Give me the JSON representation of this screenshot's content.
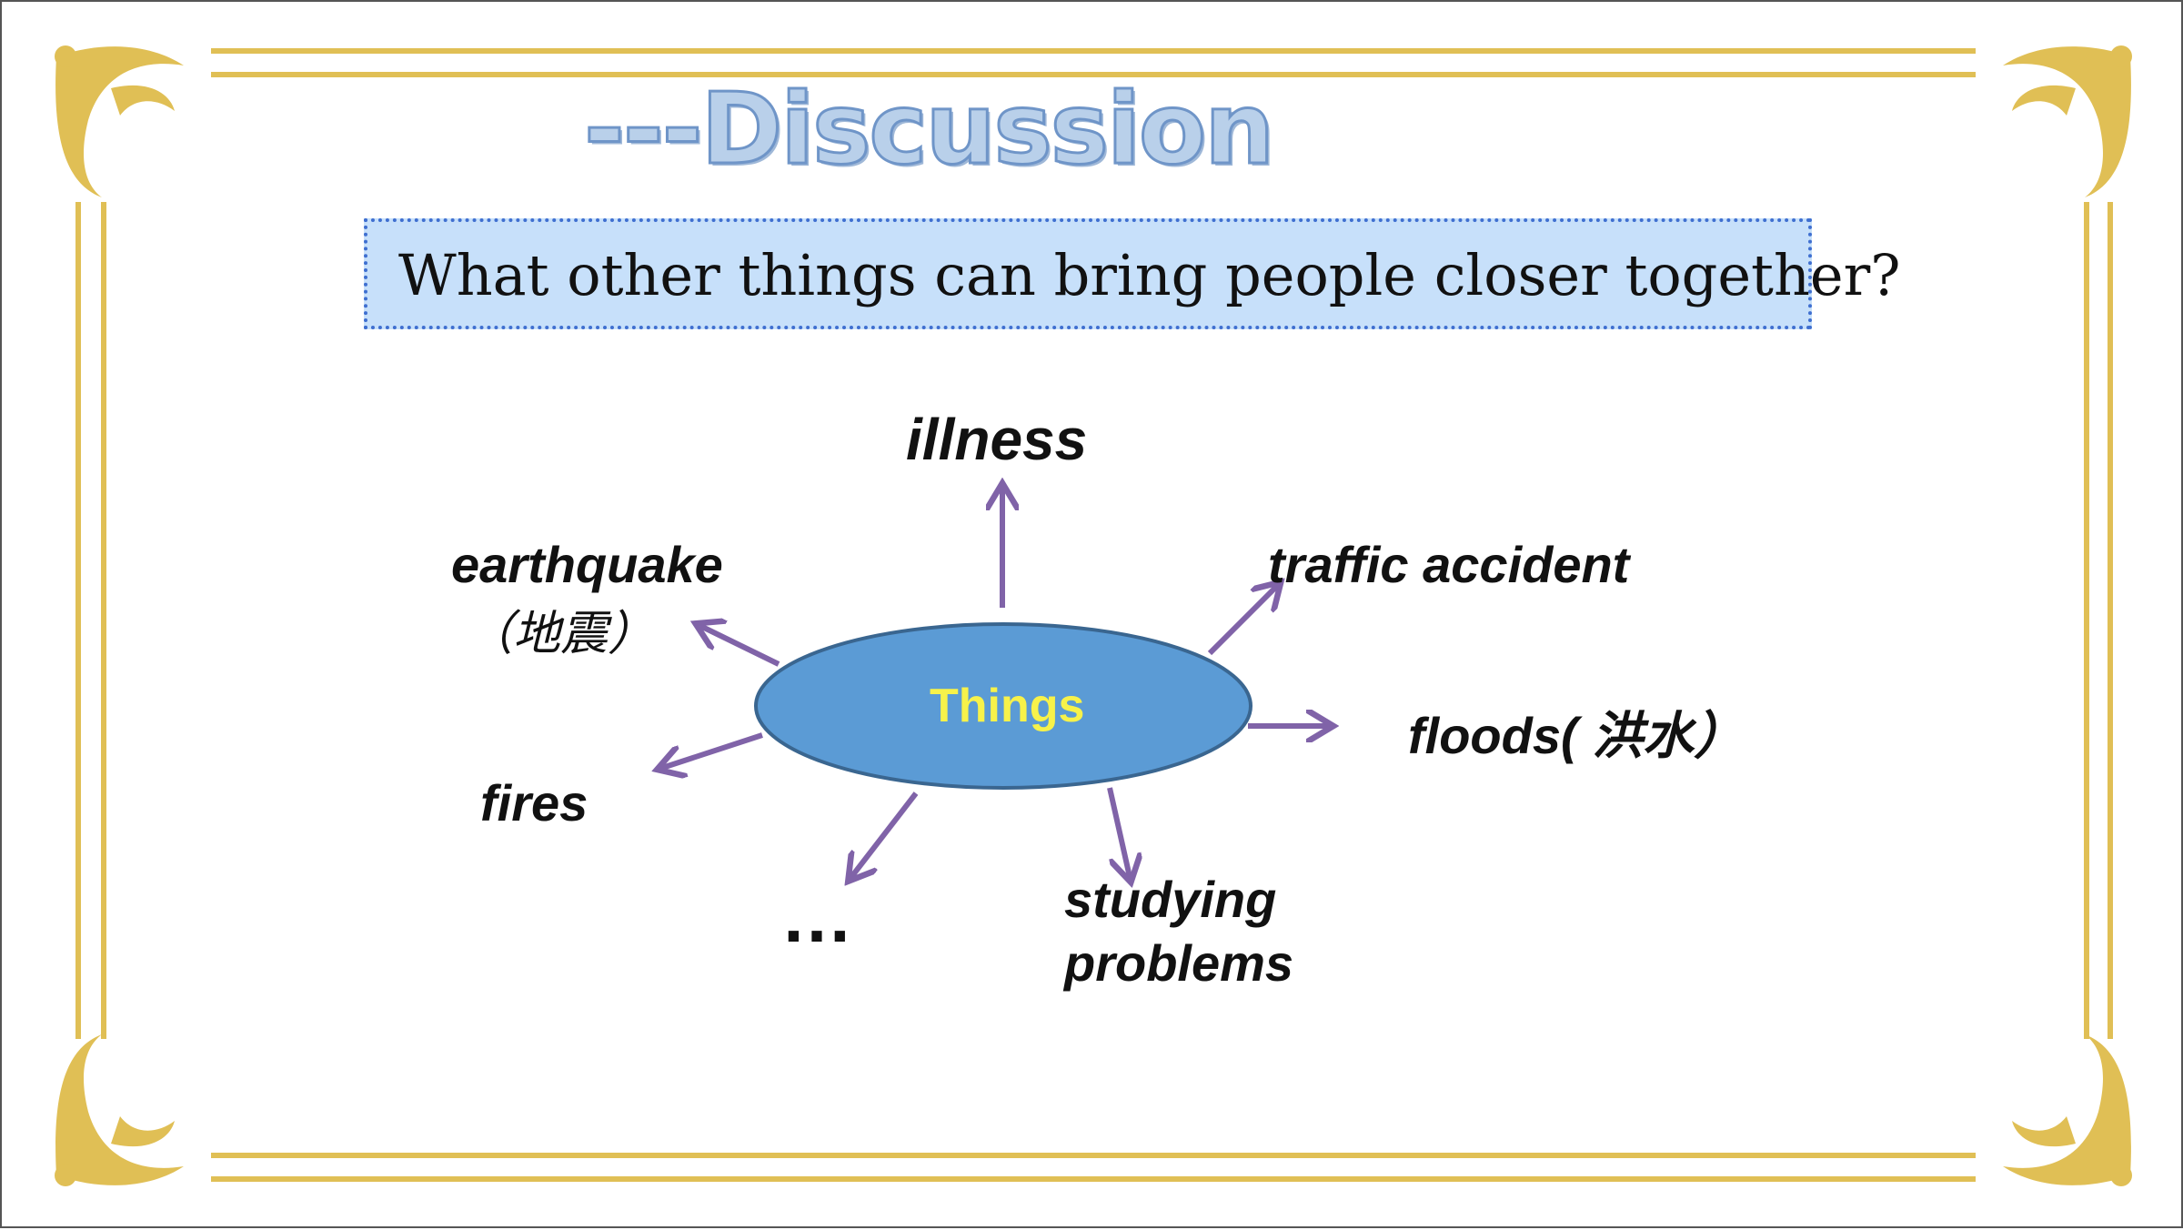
{
  "title": "---Discussion",
  "question": "What other things can bring people closer together?",
  "hub": "Things",
  "nodes": {
    "illness": "illness",
    "earthquake": "earthquake",
    "earthquake_cn": "（地震）",
    "traffic_accident": "traffic accident",
    "floods": "floods( 洪水）",
    "fires": "fires",
    "ellipsis": "…",
    "studying_1": "studying",
    "studying_2": "problems"
  },
  "colors": {
    "frame_gold": "#e0bf55",
    "arrow": "#8063a8",
    "hub_fill": "#5b9bd5",
    "hub_text": "#f7f24a",
    "question_bg": "#c7e0fa"
  }
}
